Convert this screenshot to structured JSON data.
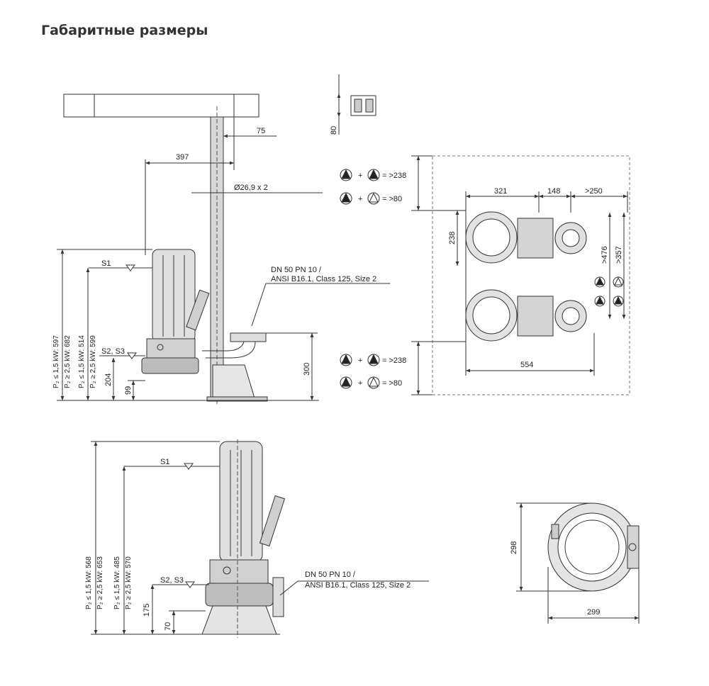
{
  "page": {
    "heading": "Габаритные размеры"
  },
  "colors": {
    "line": "#333333",
    "text": "#222222",
    "body": "#9a9a9a",
    "fill": "#dcdcdc",
    "frame": "#666666"
  },
  "view_side": {
    "d_75": "75",
    "d_397": "397",
    "pipe": "Ø26,9 x 2",
    "d_80": "80",
    "d_300": "300",
    "d_204": "204",
    "d_99": "99",
    "s1": "S1",
    "s2s3": "S2, S3",
    "p1": "P₂ ≤ 1,5 kW: 597",
    "p2": "P₂ ≥ 2,5 kW: 682",
    "p3": "P₂ ≤ 1,5 kW: 514",
    "p4": "P₂ ≥ 2,5 kW: 599",
    "flange_1": "DN 50 PN 10 /",
    "flange_2": "ANSI B16.1, Class 125, Size 2"
  },
  "view_plan": {
    "d_321": "321",
    "d_148": "148",
    "d_250": ">250",
    "d_238": "238",
    "d_554": "554",
    "d_476": ">476",
    "d_357": ">357",
    "legend": [
      {
        "label": "= >238"
      },
      {
        "label": "= >80"
      },
      {
        "label": "= >238"
      },
      {
        "label": "= >80"
      }
    ]
  },
  "view_front": {
    "s1": "S1",
    "s2s3": "S2, S3",
    "d_175": "175",
    "d_70": "70",
    "p1": "P₂ ≤ 1,5 kW: 568",
    "p2": "P₂ ≥ 2,5 kW: 653",
    "p3": "P₂ ≤ 1,5 kW: 485",
    "p4": "P₂ ≥ 2,5 kW: 570",
    "flange_1": "DN 50 PN 10 /",
    "flange_2": "ANSI B16.1, Class 125, Size 2"
  },
  "view_top": {
    "d_298": "298",
    "d_299": "299"
  }
}
